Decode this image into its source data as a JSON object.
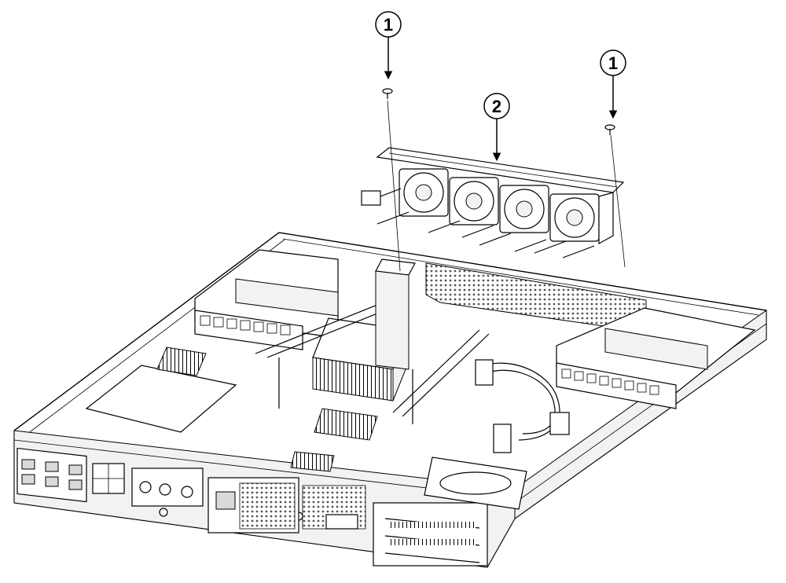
{
  "callouts": [
    {
      "id": "screw-left",
      "label": "1"
    },
    {
      "id": "fan-tray",
      "label": "2"
    },
    {
      "id": "screw-right",
      "label": "1"
    }
  ],
  "line_color": "#000000",
  "background": "#ffffff"
}
